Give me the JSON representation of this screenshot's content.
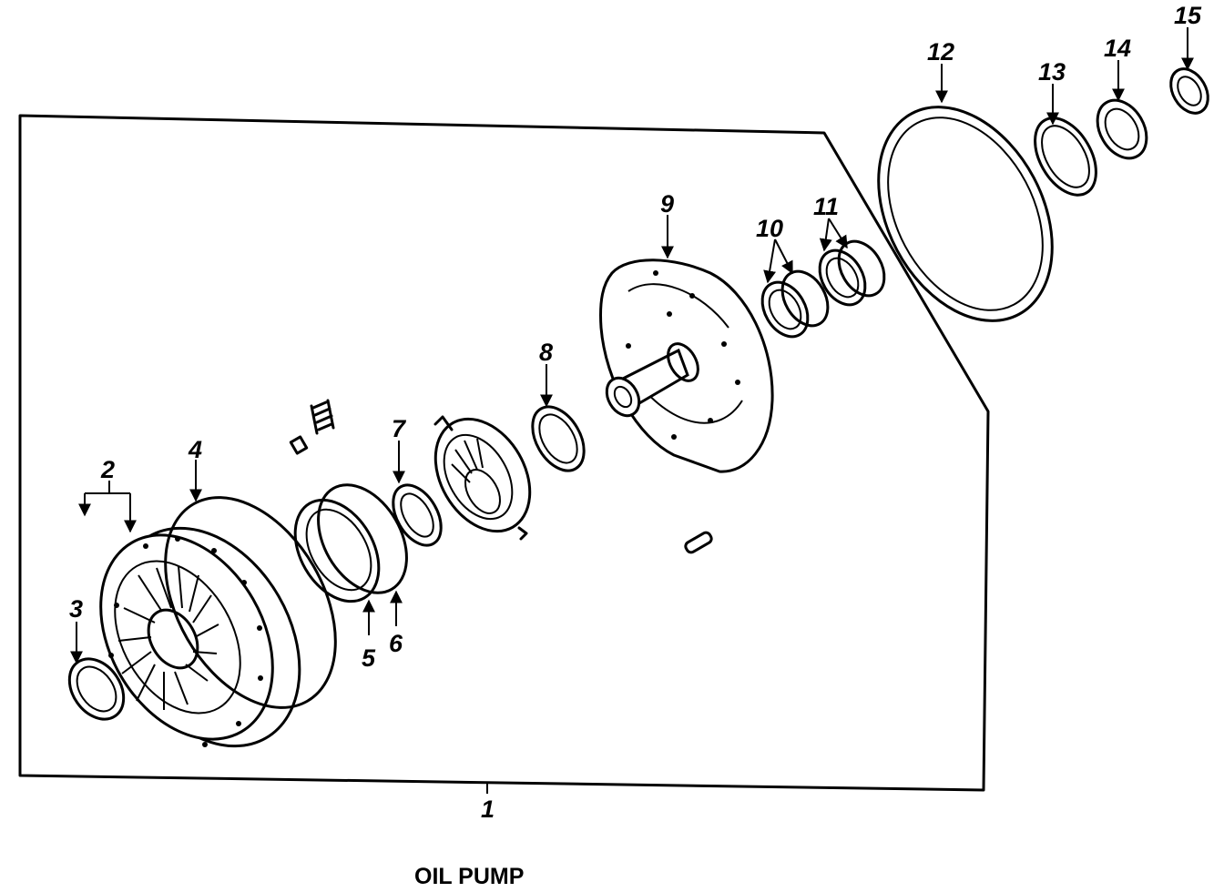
{
  "title": "OIL PUMP",
  "callouts": [
    {
      "id": "1",
      "label": "1"
    },
    {
      "id": "2",
      "label": "2"
    },
    {
      "id": "3",
      "label": "3"
    },
    {
      "id": "4",
      "label": "4"
    },
    {
      "id": "5",
      "label": "5"
    },
    {
      "id": "6",
      "label": "6"
    },
    {
      "id": "7",
      "label": "7"
    },
    {
      "id": "8",
      "label": "8"
    },
    {
      "id": "9",
      "label": "9"
    },
    {
      "id": "10",
      "label": "10"
    },
    {
      "id": "11",
      "label": "11"
    },
    {
      "id": "12",
      "label": "12"
    },
    {
      "id": "13",
      "label": "13"
    },
    {
      "id": "14",
      "label": "14"
    },
    {
      "id": "15",
      "label": "15"
    }
  ],
  "colors": {
    "line": "#000000",
    "background": "#ffffff"
  }
}
